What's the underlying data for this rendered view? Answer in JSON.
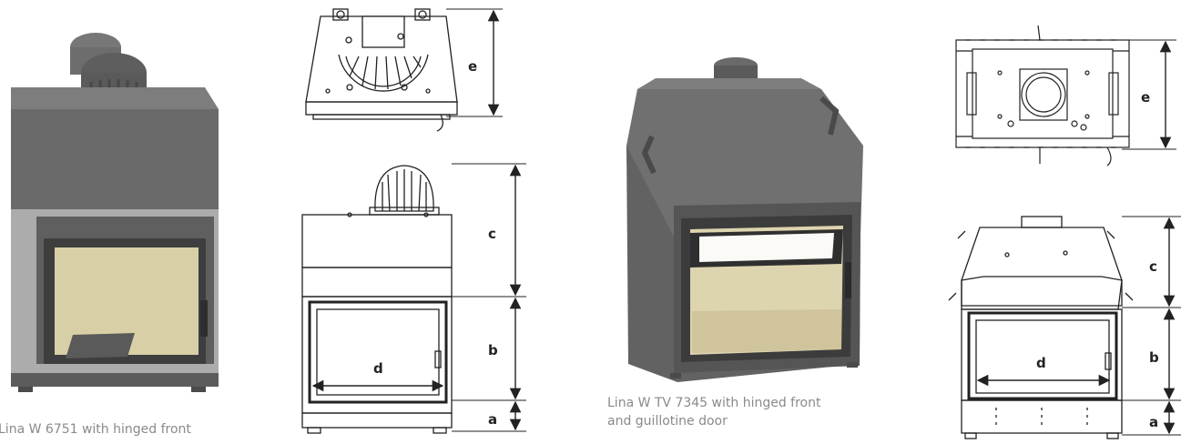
{
  "products": [
    {
      "caption": "Lina W 6751 with hinged front"
    },
    {
      "caption_line1": "Lina W TV 7345 with hinged front",
      "caption_line2": "and guillotine door"
    }
  ],
  "dimension_labels": {
    "a": "a",
    "b": "b",
    "c": "c",
    "d": "d",
    "e": "e"
  },
  "colors": {
    "body_grey": "#6a6a6a",
    "body_dark": "#4a4a4a",
    "firebox_cream": "#d9cfa6",
    "line": "#222222",
    "caption": "#8a8a8a"
  }
}
